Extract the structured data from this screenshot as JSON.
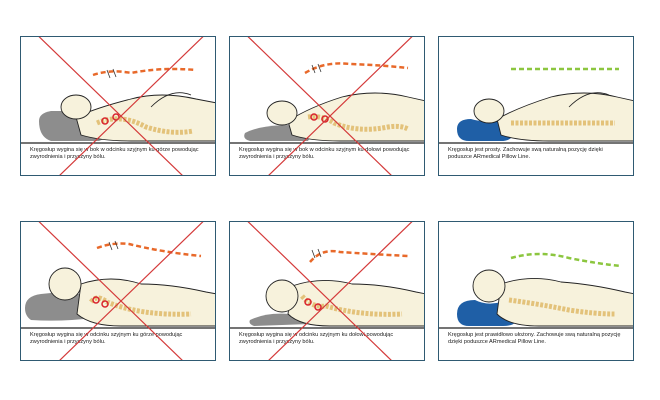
{
  "panels": [
    {
      "id": "p1",
      "caption": "Kręgosłup wygina się w bok w odcinku szyjnym ku górze powodując zwyrodnienia i przyczyny bólu.",
      "correct": false
    },
    {
      "id": "p2",
      "caption": "Kręgosłup wygina się w bok w odcinku szyjnym ku dołowi powodując zwyrodnienia i przyczyny bólu.",
      "correct": false
    },
    {
      "id": "p3",
      "caption": "Kręgosłup jest prosty. Zachowuje swą naturalną pozycję dzięki poduszce ARmedical Pillow Line.",
      "correct": true
    },
    {
      "id": "p4",
      "caption": "Kręgosłup wygina się w odcinku szyjnym ku górze powodując zwyrodnienia i przyczyny bólu.",
      "correct": false
    },
    {
      "id": "p5",
      "caption": "Kręgosłup wygina się w odcinku szyjnym ku dołowi powodując zwyrodnienia i przyczyny bólu.",
      "correct": false
    },
    {
      "id": "p6",
      "caption": "Kręgosłup jest prawidłowo ułożony. Zachowuje swą naturalną pozycję dzięki poduszce ARmedical Pillow Line.",
      "correct": true
    }
  ],
  "colors": {
    "frame": "#2f5a72",
    "cross": "#d43a3a",
    "wrong_line": "#e8692a",
    "correct_line": "#8cc63f",
    "pillow_wrong": "#8d8d8d",
    "pillow_correct": "#1f5fa6",
    "spine": "#e3c27a",
    "pain": "#d9232d",
    "body": "#f7f2dc"
  }
}
